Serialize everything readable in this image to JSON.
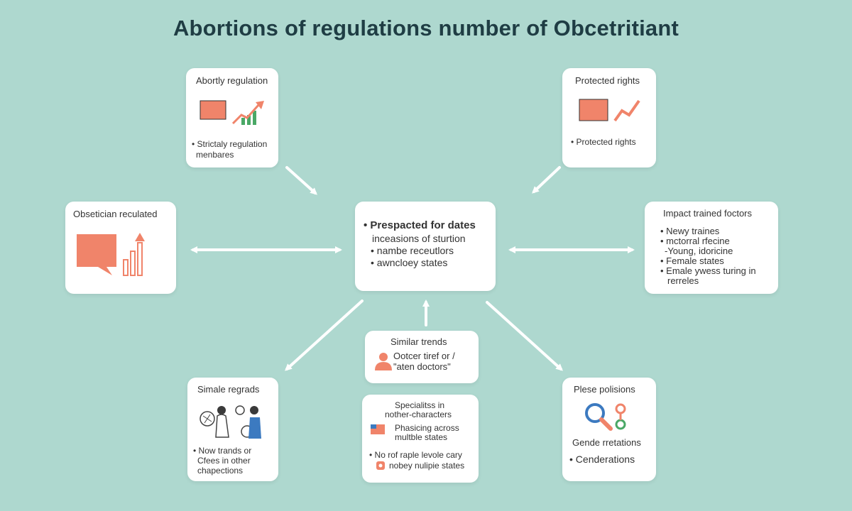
{
  "title": "Abortions of regulations number of Obcetritiant",
  "cards": {
    "top_left": {
      "title": "Abortly regulation",
      "bullets": [
        "• Stricta​ly regulation",
        "menbares"
      ]
    },
    "top_right": {
      "title": "Protected rights",
      "bullets": [
        "• Protected rights"
      ]
    },
    "mid_left": {
      "title": "Obsetician reculated"
    },
    "center": {
      "bullets": [
        "• Prespacted for dates",
        "inceasions of sturtion",
        "• nambe receutlors",
        "• awncloey states"
      ]
    },
    "mid_right": {
      "title": "Impact trained foctors",
      "bullets": [
        "• Newy traines",
        "• mctorral rfecine",
        "-Young, idoricine",
        "• Female states",
        "• Emale ywess turing in",
        "rerreles"
      ]
    },
    "similar": {
      "title": "Similar trends",
      "bullets": [
        "Ootcer tiref or /",
        "\"aten doctors\""
      ]
    },
    "bottom_left": {
      "title": "Simale regrads",
      "bullets": [
        "• Now trands or",
        "Cfees in other",
        "chapections"
      ]
    },
    "bottom_center": {
      "bullets": [
        "Specialitss in",
        "nother-characters",
        "Phasicing across",
        "multble states",
        "• No rof raple levole cary",
        "nobey nulipie states"
      ]
    },
    "bottom_right": {
      "title": "Plese polisions",
      "bullets": [
        "Gende rretations",
        "• Cenderations"
      ]
    }
  },
  "colors": {
    "background": "#aed8cf",
    "accent_salmon": "#f0846a",
    "accent_green": "#4aa866",
    "accent_blue": "#3c7ac0",
    "arrow": "#ffffff"
  },
  "icons": [
    "chart-icon",
    "trend-arrow-icon",
    "bar-chart-icon",
    "person-icon",
    "doctor-icon",
    "flag-icon",
    "magnifier-icon",
    "link-icon"
  ]
}
